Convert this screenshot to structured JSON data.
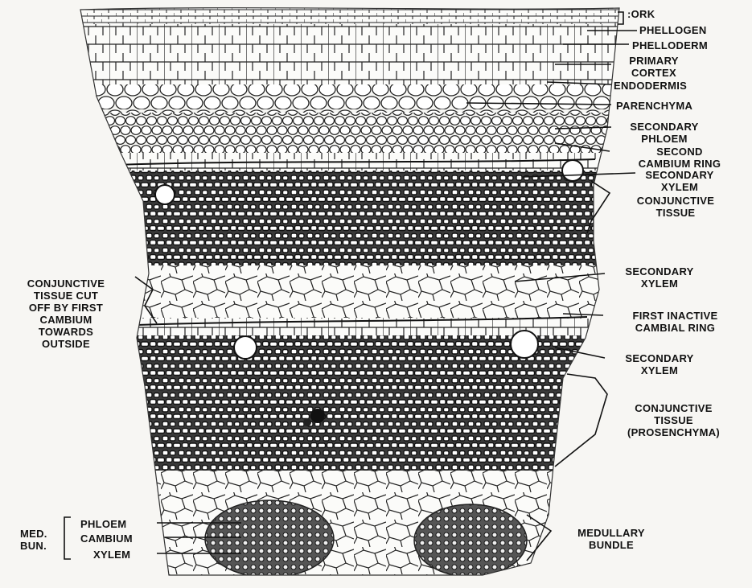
{
  "labels": {
    "cork": ":ORK",
    "phellogen": "PHELLOGEN",
    "phelloderm": "PHELLODERM",
    "primary_cortex_1": "PRIMARY",
    "primary_cortex_2": "CORTEX",
    "endodermis": "ENDODERMIS",
    "parenchyma": "PARENCHYMA",
    "secondary_phloem_1": "SECONDARY",
    "secondary_phloem_2": "PHLOEM",
    "second_cambium_ring_1": "SECOND",
    "second_cambium_ring_2": "CAMBIUM RING",
    "secondary_xylem_a_1": "SECONDARY",
    "secondary_xylem_a_2": "XYLEM",
    "conjunctive_tissue_a_1": "CONJUNCTIVE",
    "conjunctive_tissue_a_2": "TISSUE",
    "secondary_xylem_b_1": "SECONDARY",
    "secondary_xylem_b_2": "XYLEM",
    "first_inactive_1": "FIRST INACTIVE",
    "first_inactive_2": "CAMBIAL RING",
    "secondary_xylem_c_1": "SECONDARY",
    "secondary_xylem_c_2": "XYLEM",
    "conjunctive_tissue_b_1": "CONJUNCTIVE",
    "conjunctive_tissue_b_2": "TISSUE",
    "conjunctive_tissue_b_3": "(PROSENCHYMA)",
    "left_conj_1": "CONJUNCTIVE",
    "left_conj_2": "TISSUE CUT",
    "left_conj_3": "OFF BY FIRST",
    "left_conj_4": "CAMBIUM",
    "left_conj_5": "TOWARDS",
    "left_conj_6": "OUTSIDE",
    "med_bun_1": "MED.",
    "med_bun_2": "BUN.",
    "phloem": "PHLOEM",
    "cambium": "CAMBIUM",
    "xylem": "XYLEM",
    "medullary_bundle_1": "MEDULLARY",
    "medullary_bundle_2": "BUNDLE"
  }
}
